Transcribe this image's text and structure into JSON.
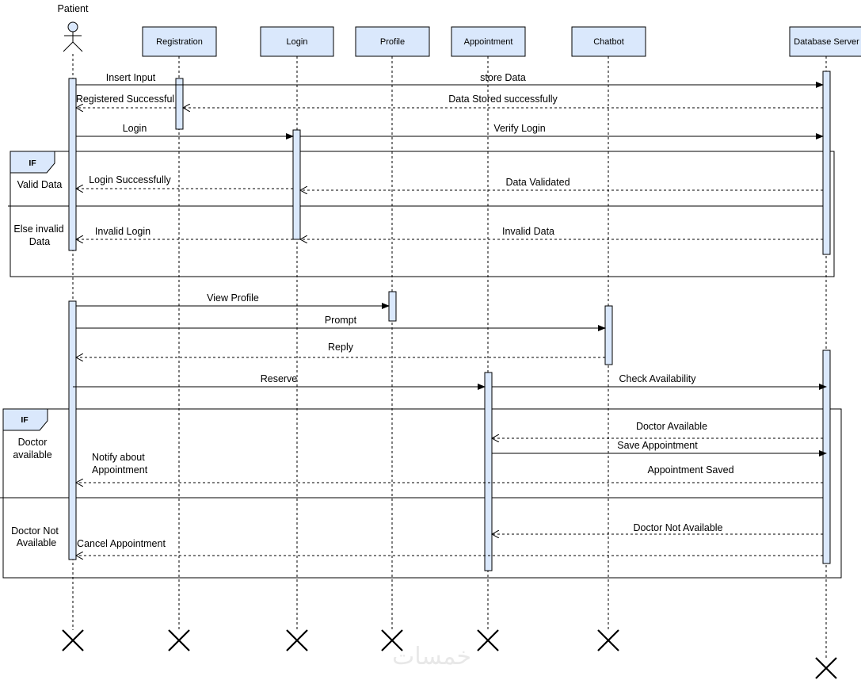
{
  "actor": {
    "label": "Patient"
  },
  "participants": {
    "registration": "Registration",
    "login": "Login",
    "profile": "Profile",
    "appointment": "Appointment",
    "chatbot": "Chatbot",
    "database": "Database Server"
  },
  "messages": {
    "insert_input": "Insert Input",
    "store_data": "store Data",
    "registered_successful": "Registered Successful",
    "data_stored": "Data Stored successfully",
    "login": "Login",
    "verify_login": "Verify Login",
    "login_successfully": "Login Successfully",
    "data_validated": "Data Validated",
    "invalid_login": "Invalid Login",
    "invalid_data": "Invalid Data",
    "view_profile": "View Profile",
    "prompt": "Prompt",
    "reply": "Reply",
    "reserve": "Reserve",
    "check_availability": "Check  Availability",
    "doctor_available": "Doctor Available",
    "save_appointment": "Save Appointment",
    "notify_line1": "Notify about",
    "notify_line2": "Appointment",
    "appointment_saved": "Appointment Saved",
    "doctor_not_available": "Doctor Not Available",
    "cancel_appointment": "Cancel Appointment"
  },
  "fragments": {
    "login_check": {
      "tag": "IF",
      "guard1": "Valid Data",
      "guard2_line1": "Else invalid",
      "guard2_line2": "Data"
    },
    "availability_check": {
      "tag": "IF",
      "guard1_line1": "Doctor",
      "guard1_line2": "available",
      "guard2_line1": "Doctor Not",
      "guard2_line2": "Available"
    }
  },
  "watermark": "خمسات",
  "colors": {
    "header_fill": "#dae8fc",
    "activation_fill": "#dae8fc",
    "stroke": "#000000"
  }
}
